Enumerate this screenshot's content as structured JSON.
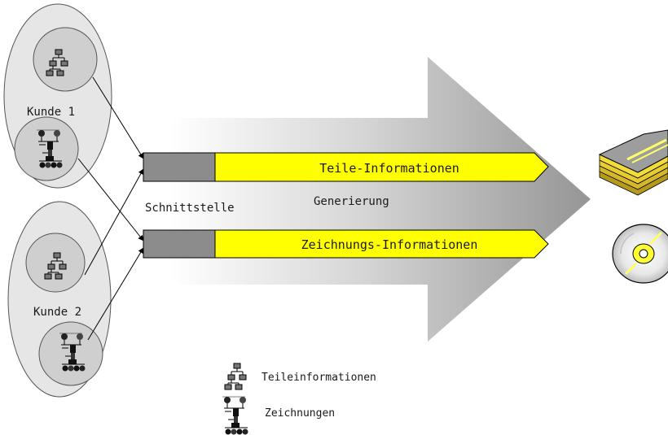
{
  "customers": [
    {
      "label": "Kunde 1"
    },
    {
      "label": "Kunde 2"
    }
  ],
  "interface_label": "Schnittstelle",
  "generation_label": "Generierung",
  "bars": [
    {
      "label": "Teile-Informationen"
    },
    {
      "label": "Zeichnungs-Informationen"
    }
  ],
  "legend": [
    {
      "icon": "hierarchy-icon",
      "label": "Teileinformationen"
    },
    {
      "icon": "drawing-icon",
      "label": "Zeichnungen"
    }
  ],
  "outputs": [
    {
      "icon": "book-stack-icon"
    },
    {
      "icon": "cd-icon"
    }
  ],
  "colors": {
    "customer_ellipse": "#e6e6e6",
    "bar_yellow": "#ffff00",
    "bar_gray": "#8c8c8c",
    "arrow_gray": "#9a9a9a"
  }
}
